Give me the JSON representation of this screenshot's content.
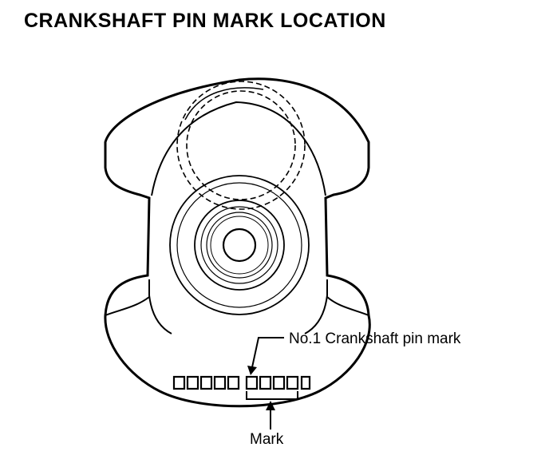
{
  "title": "CRANKSHAFT PIN MARK LOCATION",
  "labels": {
    "pin_mark": "No.1 Crankshaft pin mark",
    "mark": "Mark"
  },
  "colors": {
    "line": "#000000",
    "background": "#ffffff"
  },
  "mark_boxes": {
    "left_group": 5,
    "right_group": 4,
    "trailing": 1
  }
}
